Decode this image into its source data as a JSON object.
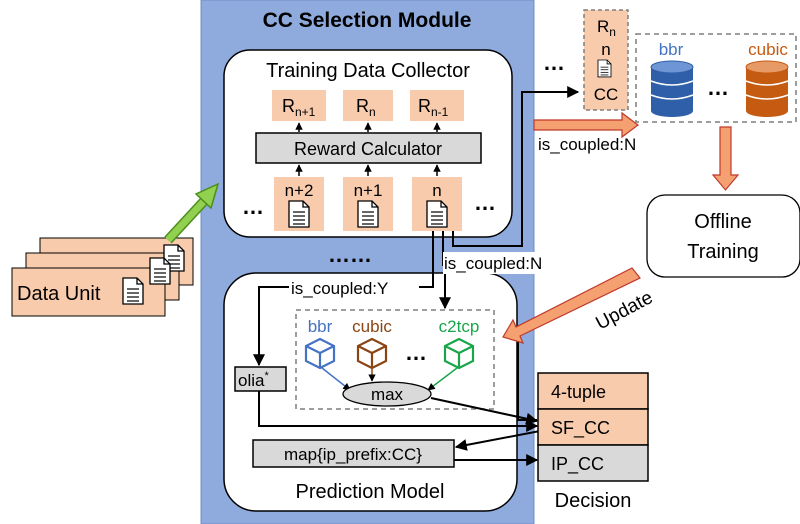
{
  "module_title": "CC Selection Module",
  "collector": {
    "title": "Training Data Collector",
    "rewards": [
      "R",
      "R",
      "R"
    ],
    "reward_subs": [
      "n+1",
      "n",
      "n-1"
    ],
    "calculator": "Reward Calculator",
    "samples": [
      "n+2",
      "n+1",
      "n"
    ],
    "ellipsis": "…"
  },
  "middle_dots": "……",
  "coupling": {
    "yes": "is_coupled:Y",
    "no_left": "is_coupled:N",
    "no_right": "is_coupled:N"
  },
  "prediction": {
    "title": "Prediction Model",
    "models": [
      "bbr",
      "cubic",
      "c2tcp"
    ],
    "model_colors": [
      "#4472c4",
      "#8b4513",
      "#18a64a"
    ],
    "ellipsis": "…",
    "max_label": "max",
    "olia_label": "olia",
    "olia_mark": "*",
    "map_label": "map{ip_prefix:CC}"
  },
  "data_unit": {
    "label": "Data Unit"
  },
  "stack_card": {
    "r": "R",
    "r_sub": "n",
    "n": "n",
    "cc": "CC",
    "dots": "…"
  },
  "database": {
    "labels": [
      "bbr",
      "cubic"
    ],
    "label_colors": [
      "#4472c4",
      "#c55a11"
    ],
    "dots": "…"
  },
  "offline": {
    "line1": "Offline",
    "line2": "Training"
  },
  "update_label": "Update",
  "decision": {
    "fields": [
      "4-tuple",
      "SF_CC",
      "IP_CC"
    ],
    "title": "Decision"
  },
  "colors": {
    "module_bg": "#8faadc",
    "peach": "#f8cbad",
    "grey_box": "#d9d9d9",
    "green_arrow": "#92d050",
    "orange_arrow": "#ed7d31"
  }
}
